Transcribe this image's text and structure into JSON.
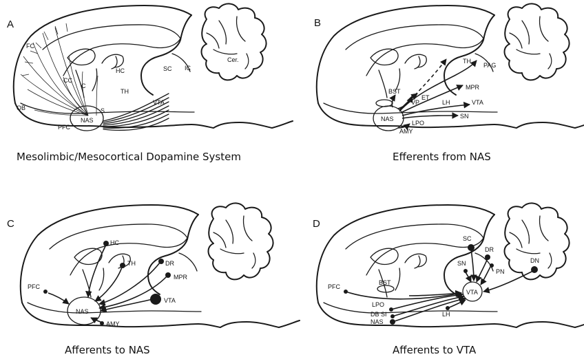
{
  "panels": [
    {
      "id": "A",
      "caption": "Mesolimbic/Mesocortical Dopamine System",
      "labels": {
        "fc": "FC",
        "cc": "CC",
        "c": "C",
        "hc": "HC",
        "th": "TH",
        "sc": "SC",
        "ic": "IC",
        "cer": "Cer.",
        "s": "S",
        "vta": "VTA",
        "ob": "OB",
        "pfc": "PFC",
        "nas": "NAS"
      }
    },
    {
      "id": "B",
      "caption": "Efferents from NAS",
      "labels": {
        "th": "TH",
        "pag": "PAG",
        "bst": "BST",
        "vp": "VP",
        "et": "ET",
        "mpr": "MPR",
        "lh": "LH",
        "vta": "VTA",
        "sn": "SN",
        "nas": "NAS",
        "lpo": "LPO",
        "amy": "AMY"
      }
    },
    {
      "id": "C",
      "caption": "Afferents to NAS",
      "labels": {
        "hc": "HC",
        "th": "TH",
        "dr": "DR",
        "mpr": "MPR",
        "vta": "VTA",
        "pfc": "PFC",
        "nas": "NAS",
        "amy": "AMY"
      }
    },
    {
      "id": "D",
      "caption": "Afferents to VTA",
      "labels": {
        "sc": "SC",
        "dr": "DR",
        "sn": "SN",
        "pn": "PN",
        "dn": "DN",
        "pfc": "PFC",
        "bst": "BST",
        "vta": "VTA",
        "lpo": "LPO",
        "dbsi": "DB SI",
        "nas": "NAS",
        "lh": "LH"
      }
    }
  ]
}
